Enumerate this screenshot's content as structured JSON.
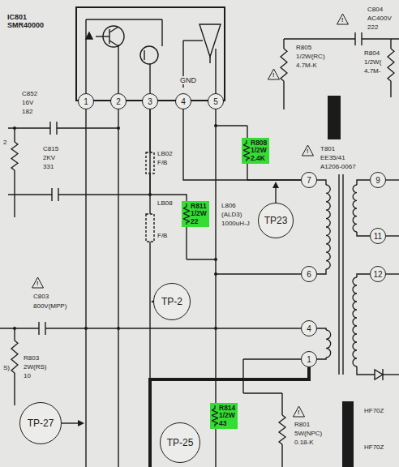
{
  "diagram": {
    "nodes": [
      {
        "text": [
          "IC801 SMR40000",
          "GND"
        ]
      },
      {
        "text": [
          "1"
        ],
        "in": 0
      },
      {
        "text": [
          "2"
        ],
        "in": 0
      },
      {
        "text": [
          "3"
        ],
        "in": 0
      },
      {
        "text": [
          "4"
        ],
        "in": 0
      },
      {
        "text": [
          "5"
        ],
        "in": 0
      },
      {
        "text": [
          "R808 1/2W 2.4K"
        ]
      },
      {
        "text": [
          "7"
        ]
      },
      {
        "text": [
          "9"
        ]
      },
      {
        "text": [
          "TP23"
        ]
      },
      {
        "text": [
          "R811 1/2W 22"
        ]
      },
      {
        "text": [
          "6"
        ]
      },
      {
        "text": [
          "11"
        ]
      },
      {
        "text": [
          "12"
        ]
      },
      {
        "text": [
          "TP-2"
        ]
      },
      {
        "text": [
          "4"
        ]
      },
      {
        "text": [
          "1"
        ]
      },
      {
        "text": [
          "TP-27"
        ]
      },
      {
        "text": [
          "TP-25"
        ]
      },
      {
        "text": [
          "R814 1/2W 43"
        ]
      }
    ],
    "edges": [
      {
        "from": 4,
        "to": 7,
        "arrow": "none"
      },
      {
        "from": 6,
        "to": 7,
        "arrow": "none"
      },
      {
        "from": 3,
        "to": 10,
        "arrow": "none"
      },
      {
        "from": 5,
        "to": 19,
        "arrow": "none"
      }
    ],
    "labels": [
      "!",
      "C804",
      "AC400V",
      "222",
      "!",
      "R805",
      "1/2W(RC)",
      "4.7M-K",
      "R804",
      "1/2W(",
      "4.7M-",
      "C852",
      "16V",
      "182",
      "2",
      "C815",
      "2KV",
      "331",
      "LB02",
      "F/B",
      "!",
      "T801",
      "EE35/41",
      "A1206-0067",
      "LB08",
      "F/B",
      "L806",
      "(ALD3)",
      "1000uH-J",
      "!",
      "C803",
      "800V(MPP)",
      "S)",
      "R803",
      "2W(RS)",
      "10",
      "!",
      "R801",
      "5W(NPC)",
      "0.18-K",
      "HF70Z",
      "HF70Z"
    ]
  }
}
